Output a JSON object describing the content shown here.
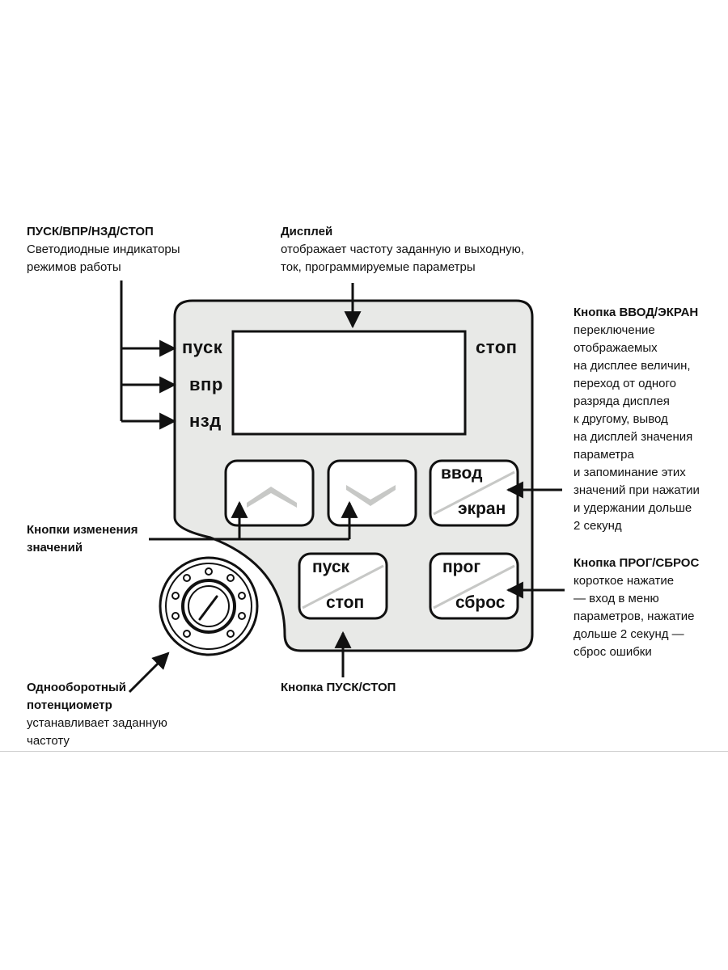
{
  "annotations": {
    "indicators": {
      "title": "ПУСК/ВПР/НЗД/СТОП",
      "body": "Светодиодные индикаторы\nрежимов работы"
    },
    "display": {
      "title": "Дисплей",
      "body": "отображает частоту заданную и выходную,\nток, программируемые параметры"
    },
    "enter_screen": {
      "title": "Кнопка ВВОД/ЭКРАН",
      "body": "переключение\nотображаемых\nна дисплее величин,\nпереход от одного\nразряда дисплея\nк другому, вывод\nна дисплей значения\nпараметра\nи запоминание этих\nзначений при нажатии\nи удержании дольше\n2 секунд"
    },
    "change_values": {
      "title": "Кнопки изменения\nзначений"
    },
    "prog_reset": {
      "title": "Кнопка ПРОГ/СБРОС",
      "body": "короткое нажатие\n— вход в меню\nпараметров, нажатие\nдольше 2 секунд —\nсброс ошибки"
    },
    "start_stop": {
      "title": "Кнопка ПУСК/СТОП"
    },
    "potentiometer": {
      "title": "Однооборотный\nпотенциометр",
      "body": "устанавливает заданную\nчастоту"
    }
  },
  "panel": {
    "indicator_labels": {
      "pusk": "пуск",
      "vpr": "впр",
      "nzd": "нзд",
      "stop": "стоп"
    },
    "buttons": {
      "enter_top": "ввод",
      "enter_bottom": "экран",
      "start_top": "пуск",
      "start_bottom": "стоп",
      "prog_top": "прог",
      "prog_bottom": "сброс"
    }
  },
  "colors": {
    "panel_fill": "#e8e9e7",
    "outline": "#111111",
    "arrow_glyph": "#c7c8c6"
  }
}
